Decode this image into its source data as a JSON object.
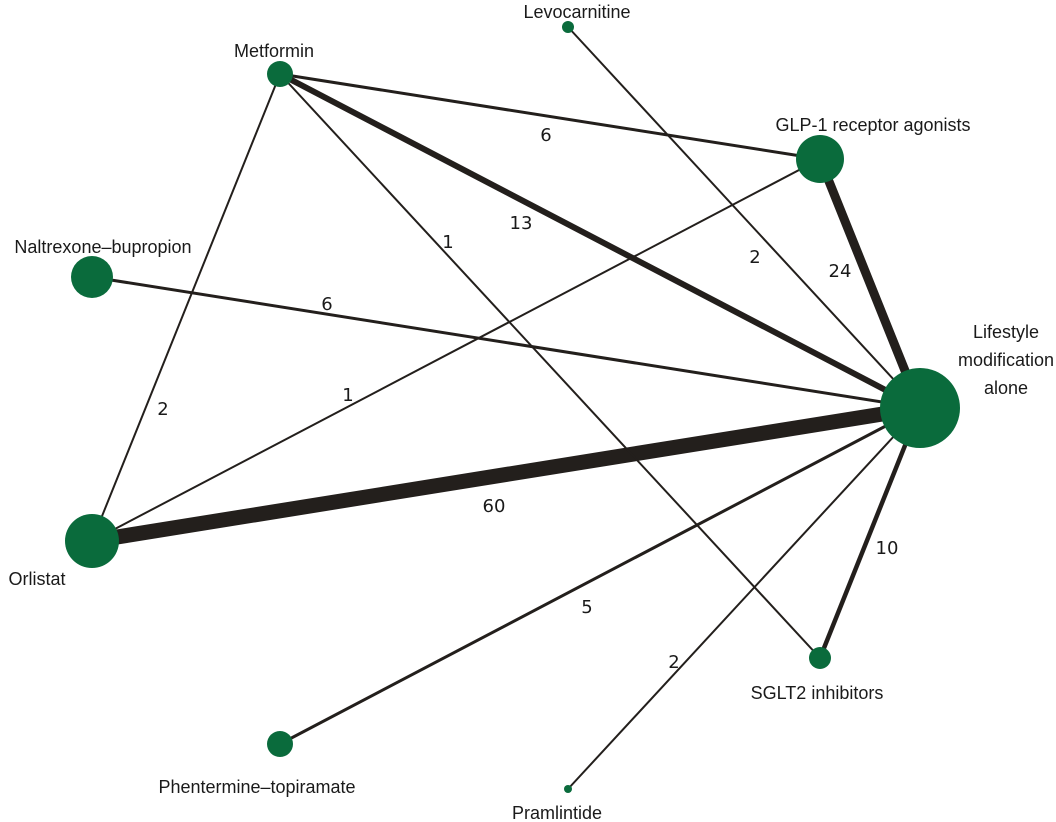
{
  "diagram": {
    "type": "network-meta-analysis",
    "node_color": "#0a6b3c",
    "edge_color": "#231f1c",
    "nodes": [
      {
        "id": "lifestyle",
        "label_lines": [
          "Lifestyle",
          "modification",
          "alone"
        ]
      },
      {
        "id": "metformin",
        "label_lines": [
          "Metformin"
        ]
      },
      {
        "id": "levocarnitine",
        "label_lines": [
          "Levocarnitine"
        ]
      },
      {
        "id": "glp1",
        "label_lines": [
          "GLP-1 receptor agonists"
        ]
      },
      {
        "id": "naltrexone",
        "label_lines": [
          "Naltrexone–bupropion"
        ]
      },
      {
        "id": "orlistat",
        "label_lines": [
          "Orlistat"
        ]
      },
      {
        "id": "sglt2",
        "label_lines": [
          "SGLT2 inhibitors"
        ]
      },
      {
        "id": "phentermine",
        "label_lines": [
          "Phentermine–topiramate"
        ]
      },
      {
        "id": "pramlintide",
        "label_lines": [
          "Pramlintide"
        ]
      }
    ],
    "edges": [
      {
        "from": "orlistat",
        "to": "lifestyle",
        "studies": 60,
        "label": "60"
      },
      {
        "from": "glp1",
        "to": "lifestyle",
        "studies": 24,
        "label": "24"
      },
      {
        "from": "metformin",
        "to": "lifestyle",
        "studies": 13,
        "label": "13"
      },
      {
        "from": "sglt2",
        "to": "lifestyle",
        "studies": 10,
        "label": "10"
      },
      {
        "from": "metformin",
        "to": "glp1",
        "studies": 6,
        "label": "6"
      },
      {
        "from": "naltrexone",
        "to": "lifestyle",
        "studies": 6,
        "label": "6"
      },
      {
        "from": "phentermine",
        "to": "lifestyle",
        "studies": 5,
        "label": "5"
      },
      {
        "from": "levocarnitine",
        "to": "lifestyle",
        "studies": 2,
        "label": "2"
      },
      {
        "from": "metformin",
        "to": "orlistat",
        "studies": 2,
        "label": "2"
      },
      {
        "from": "pramlintide",
        "to": "lifestyle",
        "studies": 2,
        "label": "2"
      },
      {
        "from": "metformin",
        "to": "sglt2",
        "studies": 1,
        "label": "1"
      },
      {
        "from": "orlistat",
        "to": "glp1",
        "studies": 1,
        "label": "1"
      }
    ]
  }
}
